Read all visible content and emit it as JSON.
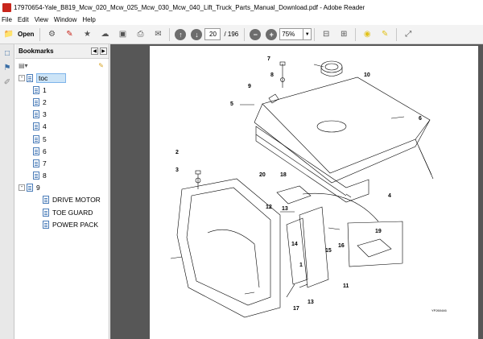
{
  "window": {
    "title": "17970654-Yale_B819_Mcw_020_Mcw_025_Mcw_030_Mcw_040_Lift_Truck_Parts_Manual_Download.pdf - Adobe Reader"
  },
  "menu": [
    "File",
    "Edit",
    "View",
    "Window",
    "Help"
  ],
  "toolbar": {
    "open_label": "Open",
    "page_current": "20",
    "page_total": "/ 196",
    "zoom": "75%"
  },
  "bookmarks": {
    "title": "Bookmarks",
    "items": [
      {
        "label": "toc",
        "level": 0,
        "expander": "-",
        "selected": true
      },
      {
        "label": "1",
        "level": 1
      },
      {
        "label": "2",
        "level": 1
      },
      {
        "label": "3",
        "level": 1
      },
      {
        "label": "4",
        "level": 1
      },
      {
        "label": "5",
        "level": 1
      },
      {
        "label": "6",
        "level": 1
      },
      {
        "label": "7",
        "level": 1
      },
      {
        "label": "8",
        "level": 1
      },
      {
        "label": "9",
        "level": 0,
        "expander": "-"
      },
      {
        "label": "DRIVE MOTOR",
        "level": 2
      },
      {
        "label": "TOE GUARD",
        "level": 2
      },
      {
        "label": "POWER PACK",
        "level": 2
      }
    ]
  },
  "diagram": {
    "callouts": [
      "7",
      "8",
      "9",
      "10",
      "5",
      "6",
      "2",
      "3",
      "20",
      "18",
      "4",
      "12",
      "13",
      "14",
      "15",
      "16",
      "19",
      "1",
      "11",
      "17",
      "13"
    ],
    "figure_id": "YP260446"
  },
  "colors": {
    "doc_background": "#575757",
    "selection": "#cce4f7",
    "toolbar": "#f3f3f3"
  }
}
